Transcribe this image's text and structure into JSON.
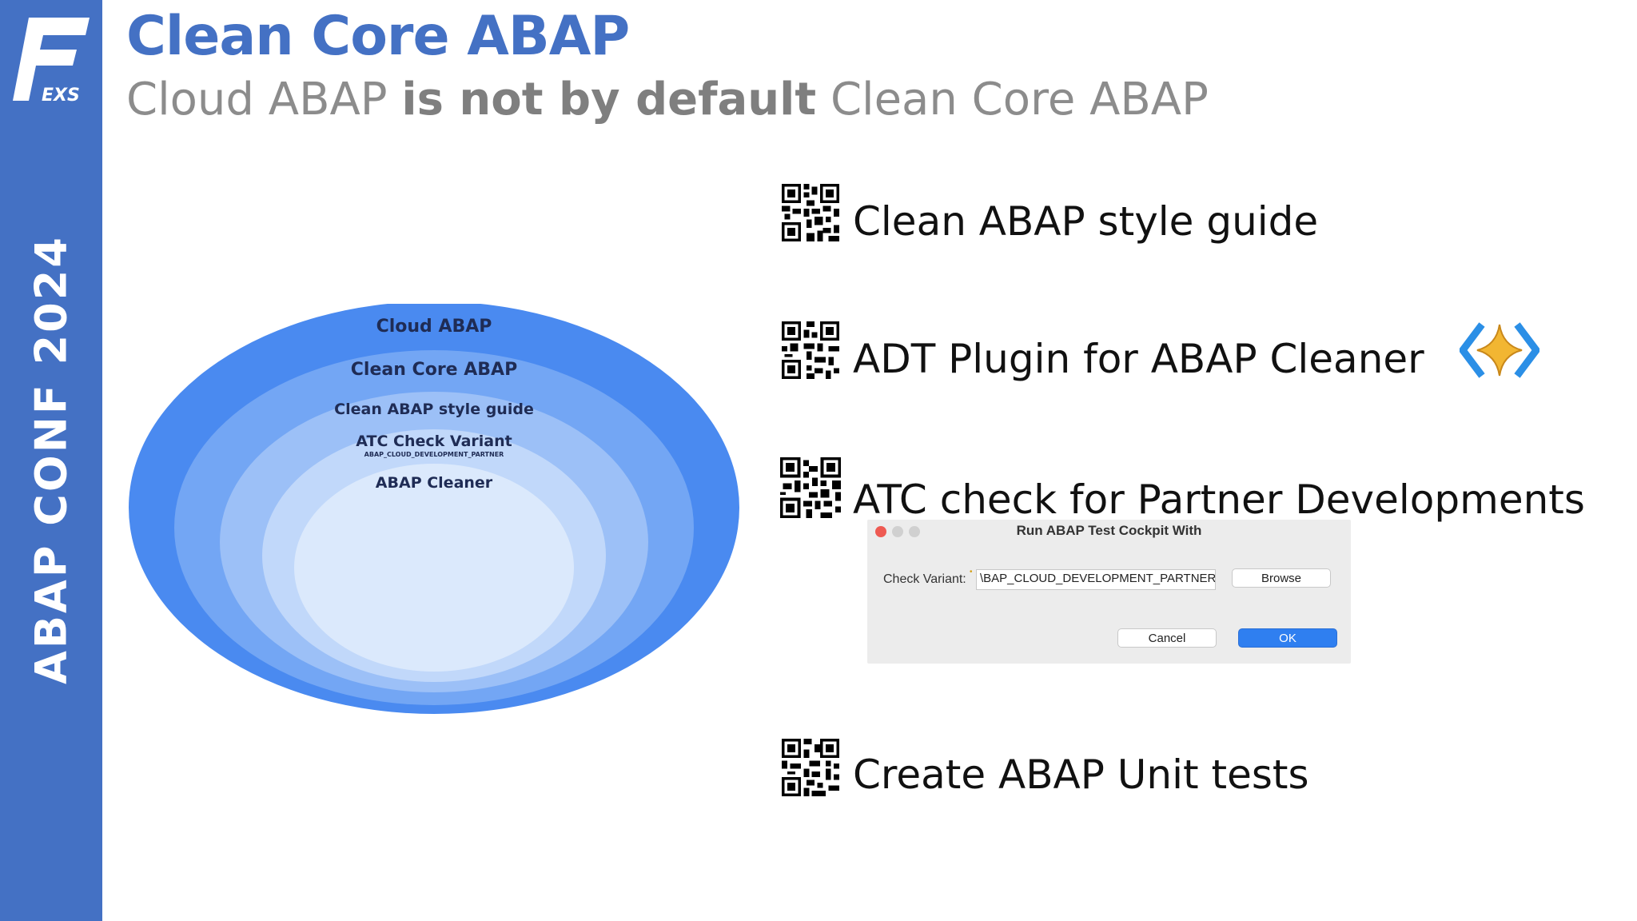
{
  "sidebar": {
    "logo": {
      "letter": "F",
      "text": "EXS"
    },
    "vertical_text": "ABAP CONF 2024"
  },
  "header": {
    "title": "Clean Core ABAP",
    "subtitle_pre": "Cloud ABAP ",
    "subtitle_bold": "is not by default",
    "subtitle_post": " Clean Core ABAP"
  },
  "diagram": {
    "layers": [
      {
        "label": "Cloud ABAP",
        "color": "#4a8af0"
      },
      {
        "label": "Clean Core ABAP",
        "color": "#73a6f4"
      },
      {
        "label": "Clean ABAP style guide",
        "color": "#9cc0f7"
      },
      {
        "label": "ATC Check Variant",
        "sublabel": "ABAP_CLOUD_DEVELOPMENT_PARTNER",
        "color": "#c1d8fa"
      },
      {
        "label": "ABAP Cleaner",
        "color": "#dbe9fc"
      }
    ]
  },
  "items": [
    {
      "label": "Clean ABAP style guide",
      "icon": "qr-code-icon"
    },
    {
      "label": "ADT Plugin for ABAP Cleaner",
      "icon": "qr-code-icon",
      "extra_icon": "abap-cleaner-icon"
    },
    {
      "label": "ATC check for Partner Developments",
      "icon": "qr-code-icon"
    },
    {
      "label": "Create ABAP Unit tests",
      "icon": "qr-code-icon"
    }
  ],
  "dialog": {
    "title": "Run ABAP Test Cockpit With",
    "check_variant_label": "Check Variant:",
    "check_variant_value": "\\BAP_CLOUD_DEVELOPMENT_PARTNER",
    "browse_label": "Browse",
    "cancel_label": "Cancel",
    "ok_label": "OK"
  },
  "colors": {
    "brand_blue": "#4471c4",
    "subtitle_gray": "#8c8c8c",
    "ok_blue": "#2f7ff0"
  }
}
